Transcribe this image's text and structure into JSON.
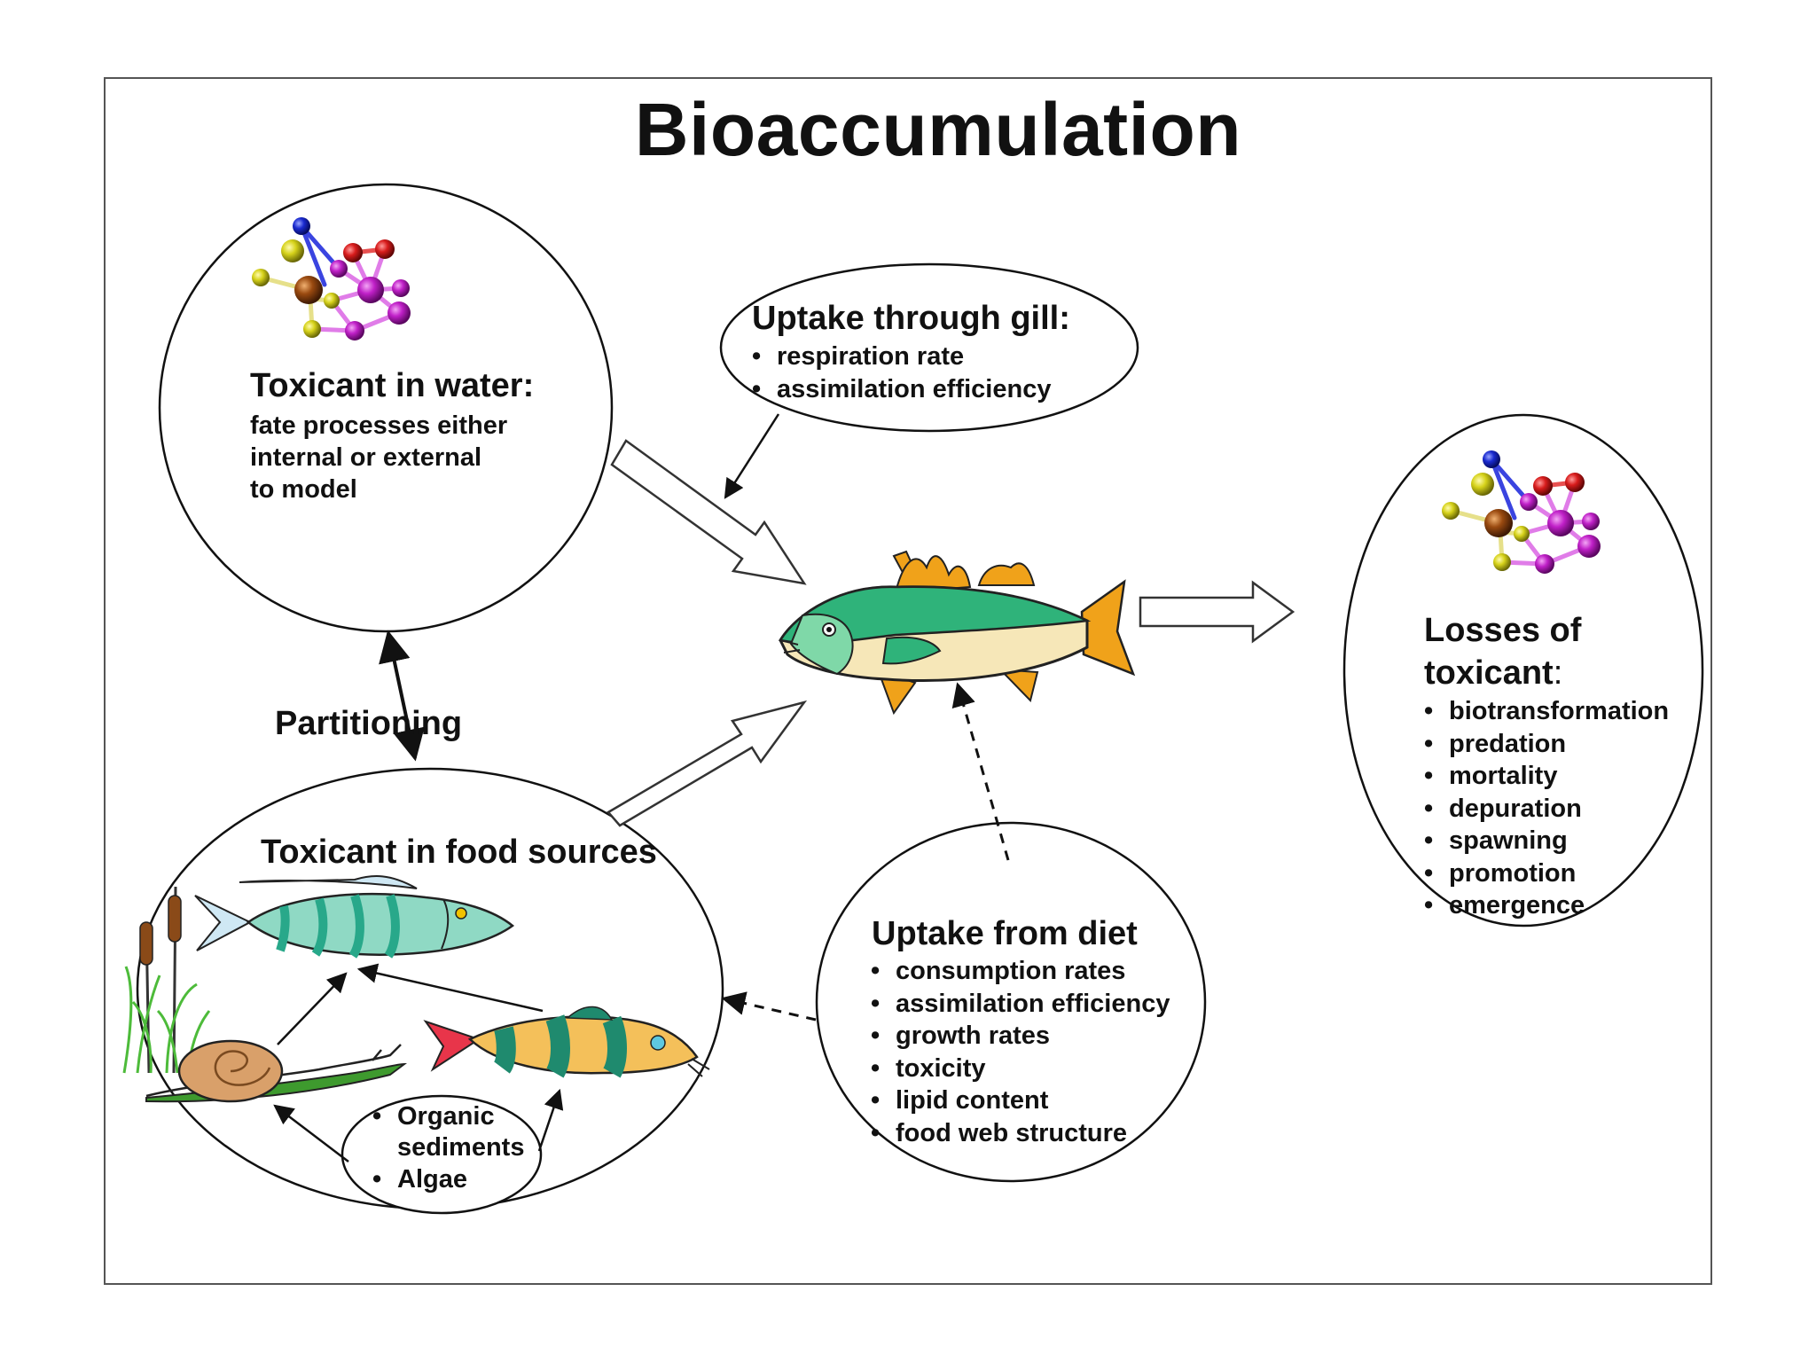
{
  "title": "Bioaccumulation",
  "water": {
    "heading": "Toxicant in water:",
    "lines": [
      "fate processes either",
      "internal or external",
      "to model"
    ]
  },
  "gill": {
    "heading": "Uptake through gill:",
    "items": [
      "respiration rate",
      "assimilation efficiency"
    ]
  },
  "partitioning_label": "Partitioning",
  "food": {
    "heading": "Toxicant in food sources",
    "base_items": [
      "Organic sediments",
      "Algae"
    ]
  },
  "diet": {
    "heading": "Uptake from diet",
    "items": [
      "consumption rates",
      "assimilation efficiency",
      "growth rates",
      "toxicity",
      "lipid content",
      "food web structure"
    ]
  },
  "losses": {
    "heading_line1": "Losses of",
    "heading_line2": "toxicant",
    "heading_colon": ":",
    "items": [
      "biotransformation",
      "predation",
      "mortality",
      "depuration",
      "spawning",
      "promotion",
      "emergence"
    ]
  },
  "colors": {
    "fish_green": "#2fb37a",
    "fish_belly": "#f6e7b8",
    "fin_orange": "#f0a21a",
    "molecule_purple": "#b21ab8",
    "molecule_red": "#d81c1c",
    "molecule_yellow": "#d6d21a",
    "molecule_blue": "#1a2ad0",
    "molecule_brown": "#9a4a10"
  }
}
